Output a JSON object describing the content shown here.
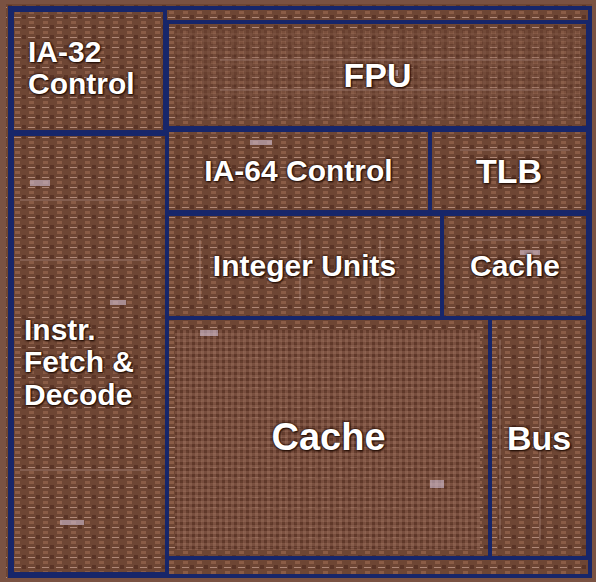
{
  "diagram": {
    "nodes": [
      {
        "text": [
          "IA-32 Control"
        ]
      },
      {
        "text": [
          "FPU"
        ]
      },
      {
        "text": [
          "IA-64 Control"
        ]
      },
      {
        "text": [
          "TLB"
        ]
      },
      {
        "text": [
          "Instr. Fetch & Decode"
        ]
      },
      {
        "text": [
          "Integer Units"
        ]
      },
      {
        "text": [
          "Cache"
        ]
      },
      {
        "text": [
          "Cache"
        ]
      },
      {
        "text": [
          "Bus"
        ]
      }
    ]
  }
}
